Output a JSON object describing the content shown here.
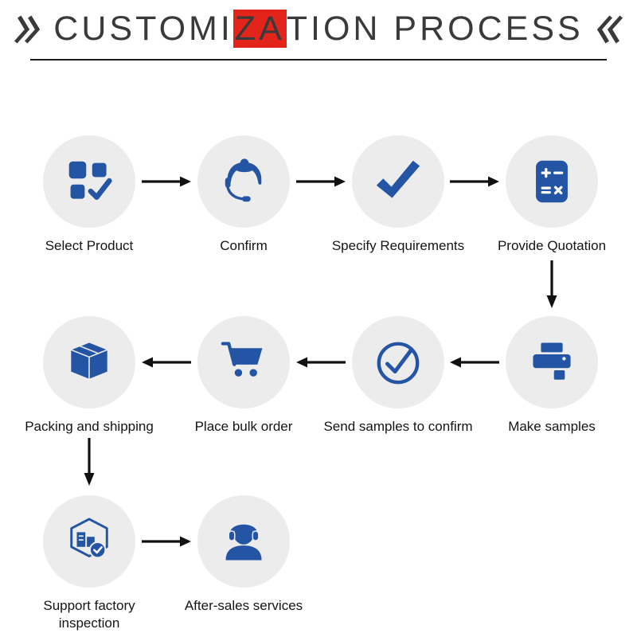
{
  "title": {
    "left_mark": "》",
    "pre": "CUSTOMI",
    "highlight": "ZA",
    "post": "TION PROCESS",
    "right_mark": "《"
  },
  "colors": {
    "icon_blue": "#2355A4",
    "circle_gray": "#ECECEC",
    "arrow_black": "#111111",
    "highlight_red": "#E2241B",
    "title_gray": "#3A3A3A"
  },
  "steps": {
    "row1": [
      {
        "label": "Select Product",
        "icon": "product-grid-check-icon"
      },
      {
        "label": "Confirm",
        "icon": "customer-service-agent-icon"
      },
      {
        "label": "Specify Requirements",
        "icon": "bold-checkmark-icon"
      },
      {
        "label": "Provide Quotation",
        "icon": "calculator-icon"
      }
    ],
    "row2": [
      {
        "label": "Packing and shipping",
        "icon": "shipping-box-icon"
      },
      {
        "label": "Place bulk order",
        "icon": "shopping-cart-icon"
      },
      {
        "label": "Send samples to confirm",
        "icon": "circle-check-icon"
      },
      {
        "label": "Make samples",
        "icon": "printer-icon"
      }
    ],
    "row3": [
      {
        "label": "Support factory inspection",
        "icon": "factory-inspection-icon"
      },
      {
        "label": "After-sales services",
        "icon": "headset-support-icon"
      }
    ]
  },
  "flow": {
    "row1_direction": "right",
    "row2_direction": "left",
    "row3_direction": "right"
  }
}
